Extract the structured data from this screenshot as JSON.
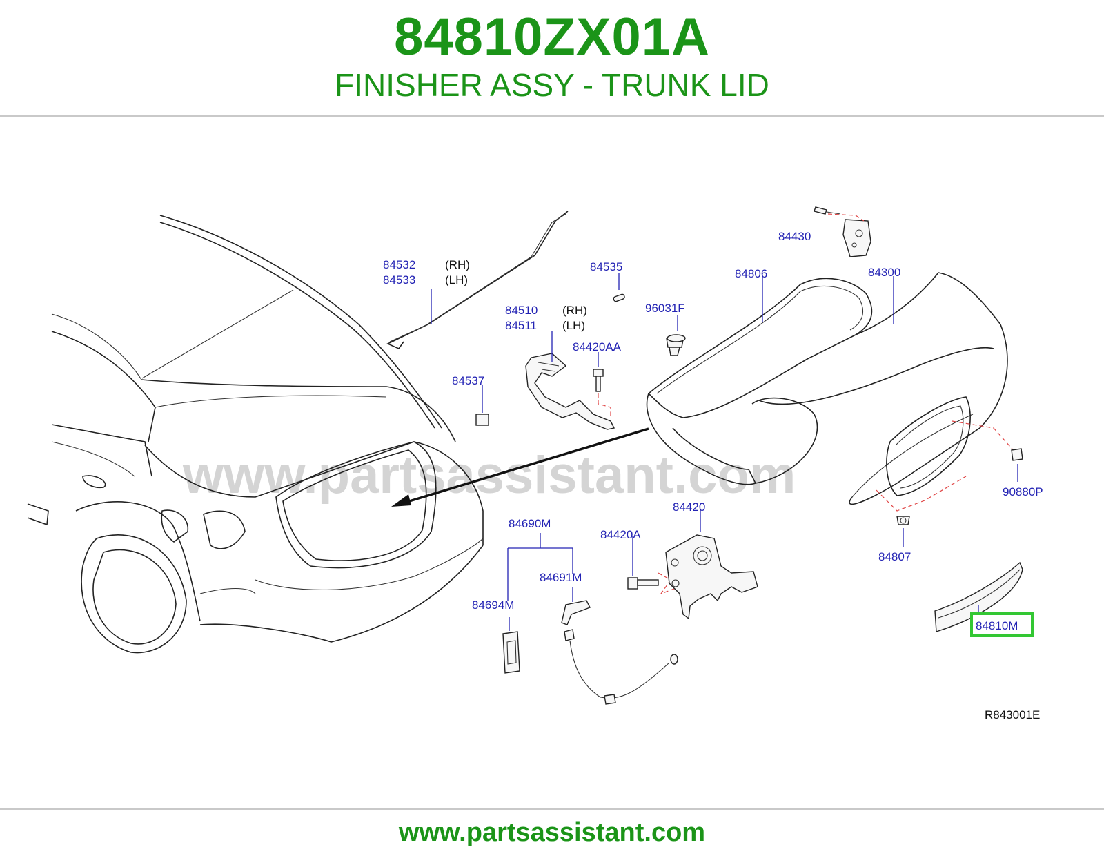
{
  "header": {
    "part_number": "84810ZX01A",
    "part_name": "FINISHER ASSY - TRUNK LID"
  },
  "watermark": "www.partsassistant.com",
  "footer": {
    "url": "www.partsassistant.com"
  },
  "diagram": {
    "code": "R843001E",
    "labels": {
      "p84532": "84532",
      "p84533": "84533",
      "p84535": "84535",
      "p84510": "84510",
      "p84511": "84511",
      "p96031F": "96031F",
      "p84420AA": "84420AA",
      "p84537": "84537",
      "p84430": "84430",
      "p84806": "84806",
      "p84300": "84300",
      "p90880P": "90880P",
      "p84807": "84807",
      "p84690M": "84690M",
      "p84691M": "84691M",
      "p84694M": "84694M",
      "p84420A": "84420A",
      "p84420": "84420",
      "p84810M": "84810M"
    },
    "notes": {
      "rh1": "(RH)",
      "lh1": "(LH)",
      "rh2": "(RH)",
      "lh2": "(LH)"
    },
    "highlight_color": "#33c733"
  }
}
